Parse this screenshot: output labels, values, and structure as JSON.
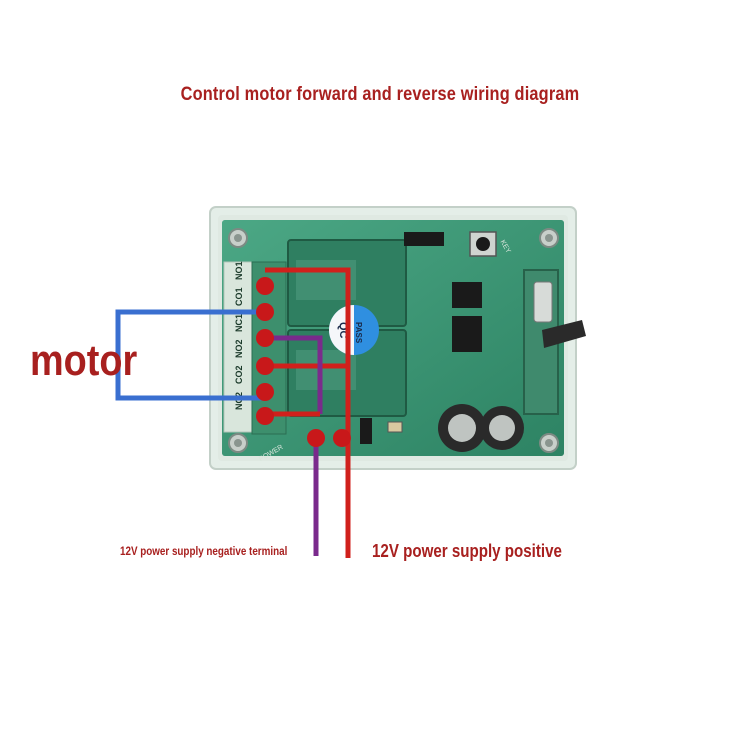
{
  "title": "Control motor forward and reverse wiring diagram",
  "motor_label": "motor",
  "negative_label": "12V power supply negative terminal",
  "positive_label": "12V power supply positive",
  "terminals": [
    "NO1",
    "CO1",
    "NC1",
    "NO2",
    "CO2",
    "NC2"
  ],
  "board_marks": {
    "relay_mark": "QC",
    "relay_brand": "PASS",
    "power_mark": "POWER",
    "key_mark": "KEY"
  },
  "colors": {
    "positive_wire": "#d0201c",
    "negative_wire": "#7a2a8c",
    "motor_wire": "#3a6fd0",
    "board": "#3d9a78",
    "text": "#a8201f"
  }
}
